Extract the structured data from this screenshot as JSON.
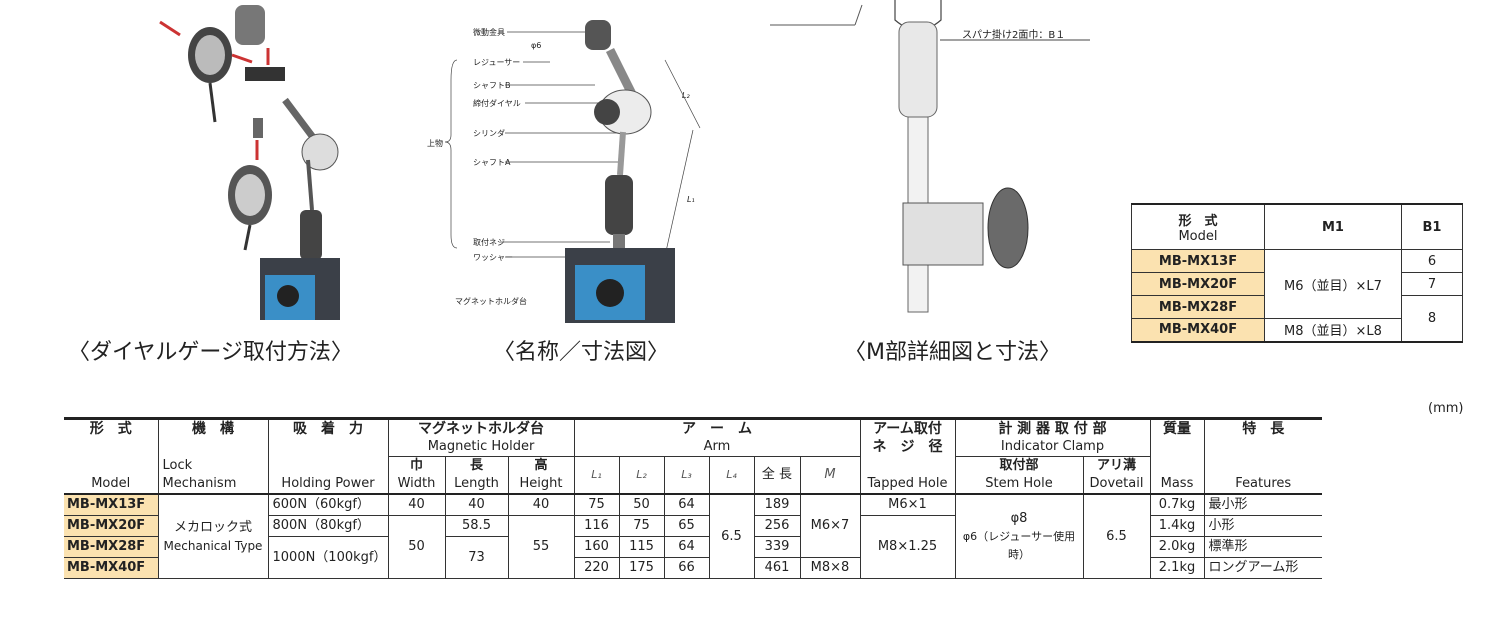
{
  "captions": {
    "dial_gauge_method": "〈ダイヤルゲージ取付方法〉",
    "names_dimensions": "〈名称／寸法図〉",
    "m_detail": "〈M部詳細図と寸法〉"
  },
  "labels": {
    "bidou": "微動金具",
    "phi6": "φ6",
    "reducer": "レジューサー",
    "shaft_b": "シャフトB",
    "tighten_dial": "締付ダイヤル",
    "upper": "上物",
    "cylinder": "シリンダ",
    "shaft_a": "シャフトA",
    "mount_screw": "取付ネジ",
    "washer": "ワッシャー",
    "magnet_holder": "マグネットホルダ台",
    "l2": "L₂",
    "l1": "L₁",
    "spanner": "スパナ掛け2面巾：B１"
  },
  "small_table": {
    "header": {
      "model_jp": "形　式",
      "model_en": "Model",
      "m1": "M1",
      "b1": "B1"
    },
    "rows": [
      {
        "model": "MB-MX13F",
        "m1": "",
        "b1": "6"
      },
      {
        "model": "MB-MX20F",
        "m1": "M6（並目）×L7",
        "b1": "7"
      },
      {
        "model": "MB-MX28F",
        "m1": "",
        "b1": "8"
      },
      {
        "model": "MB-MX40F",
        "m1": "M8（並目）×L8",
        "b1": ""
      }
    ]
  },
  "unit": "(mm)",
  "big_table": {
    "headers": {
      "model_jp": "形　式",
      "model_en": "Model",
      "mech_jp": "機　構",
      "mech_en1": "Lock",
      "mech_en2": "Mechanism",
      "power_jp": "吸　着　力",
      "power_en": "Holding Power",
      "holder_jp": "マグネットホルダ台",
      "holder_en": "Magnetic Holder",
      "width_jp": "巾",
      "width_en": "Width",
      "length_jp": "長",
      "length_en": "Length",
      "height_jp": "高",
      "height_en": "Height",
      "arm_jp": "ア　ー　ム",
      "arm_en": "Arm",
      "l1": "L₁",
      "l2": "L₂",
      "l3": "L₃",
      "l4": "L₄",
      "total": "全 長",
      "m": "M",
      "mount_jp1": "アーム取付",
      "mount_jp2": "ネ　ジ　径",
      "mount_en": "Tapped Hole",
      "clamp_jp": "計 測 器 取 付 部",
      "clamp_en": "Indicator Clamp",
      "stem_jp": "取付部",
      "stem_en": "Stem Hole",
      "dove_jp": "アリ溝",
      "dove_en": "Dovetail",
      "mass_jp": "質量",
      "mass_en": "Mass",
      "feat_jp": "特　長",
      "feat_en": "Features"
    },
    "mechanism_jp": "メカロック式",
    "mechanism_en": "Mechanical Type",
    "power_1000": "1000N（100kgf）",
    "width_50": "50",
    "length_73": "73",
    "height_55": "55",
    "l4": "6.5",
    "m_m6x7": "M6×7",
    "tapped_m8": "M8×1.25",
    "stem1": "φ8",
    "stem2": "φ6（レジューサー使用時）",
    "dovetail": "6.5",
    "rows": [
      {
        "model": "MB-MX13F",
        "power": "600N（60kgf）",
        "width": "40",
        "length": "40",
        "height": "40",
        "l1": "75",
        "l2": "50",
        "l3": "64",
        "total": "189",
        "tapped": "M6×1",
        "mass": "0.7kg",
        "feature": "最小形"
      },
      {
        "model": "MB-MX20F",
        "power": "800N（80kgf）",
        "length": "58.5",
        "l1": "116",
        "l2": "75",
        "l3": "65",
        "total": "256",
        "mass": "1.4kg",
        "feature": "小形"
      },
      {
        "model": "MB-MX28F",
        "l1": "160",
        "l2": "115",
        "l3": "64",
        "total": "339",
        "mass": "2.0kg",
        "feature": "標準形"
      },
      {
        "model": "MB-MX40F",
        "l1": "220",
        "l2": "175",
        "l3": "66",
        "total": "461",
        "m": "M8×8",
        "mass": "2.1kg",
        "feature": "ロングアーム形"
      }
    ]
  }
}
